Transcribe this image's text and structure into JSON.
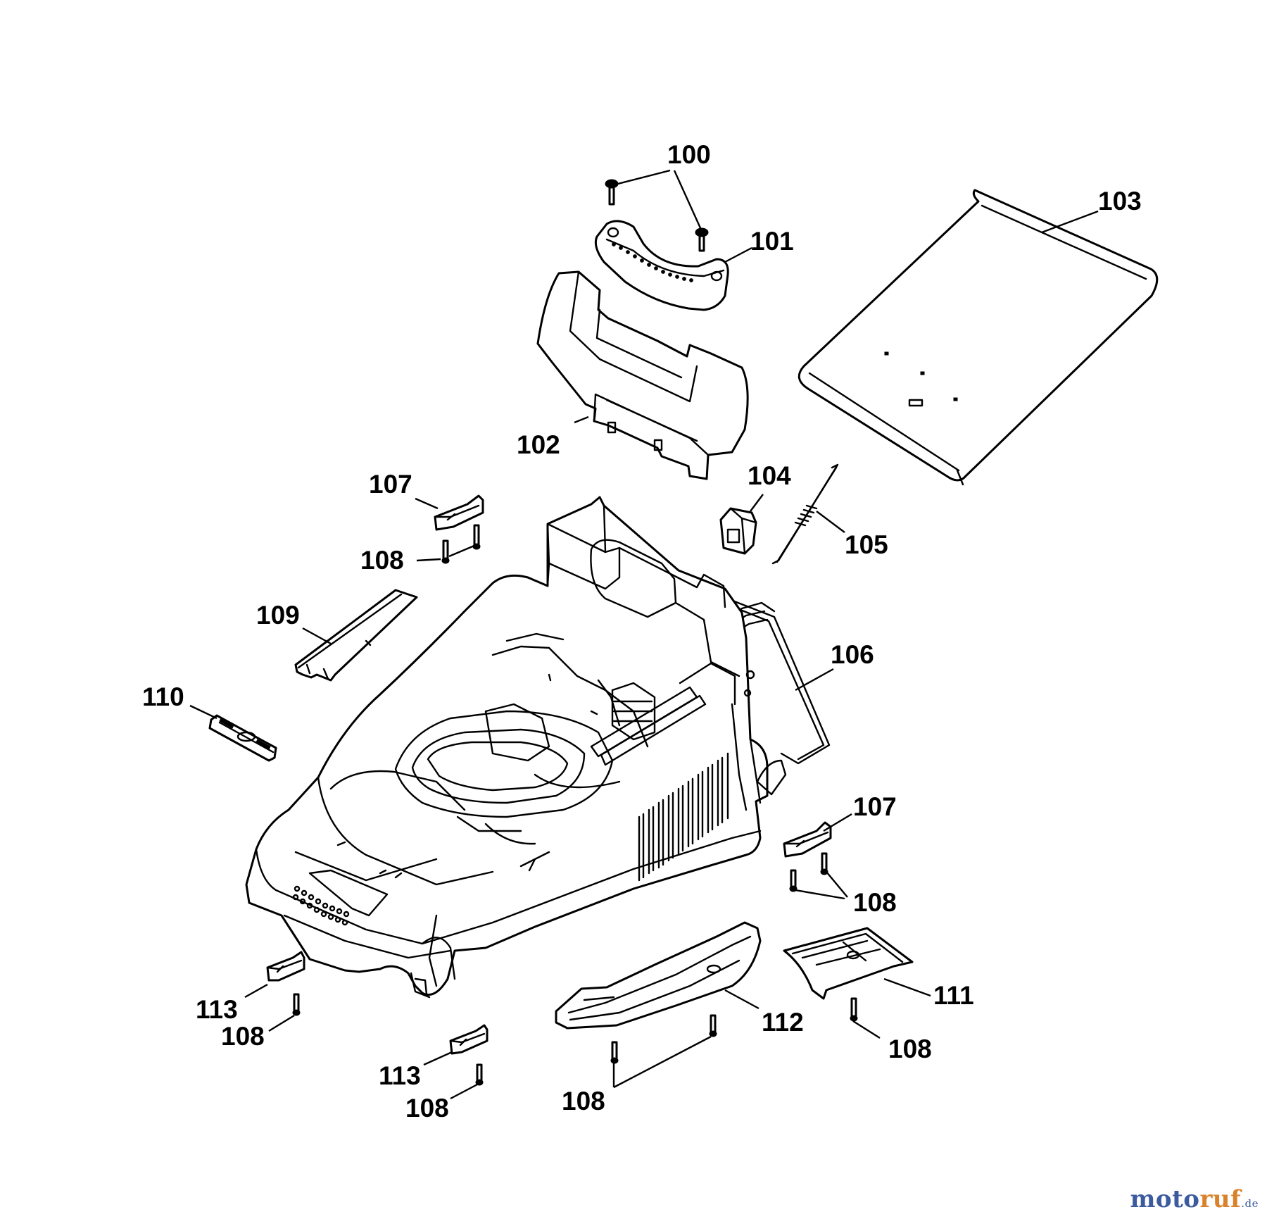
{
  "callouts": {
    "c100": "100",
    "c101": "101",
    "c102": "102",
    "c103": "103",
    "c104": "104",
    "c105": "105",
    "c106": "106",
    "c107": "107",
    "c108": "108",
    "c109": "109",
    "c110": "110",
    "c111": "111",
    "c112": "112",
    "c113": "113"
  },
  "watermark": {
    "part_a": "moto",
    "part_b": "ruf",
    "tld": ".de"
  }
}
